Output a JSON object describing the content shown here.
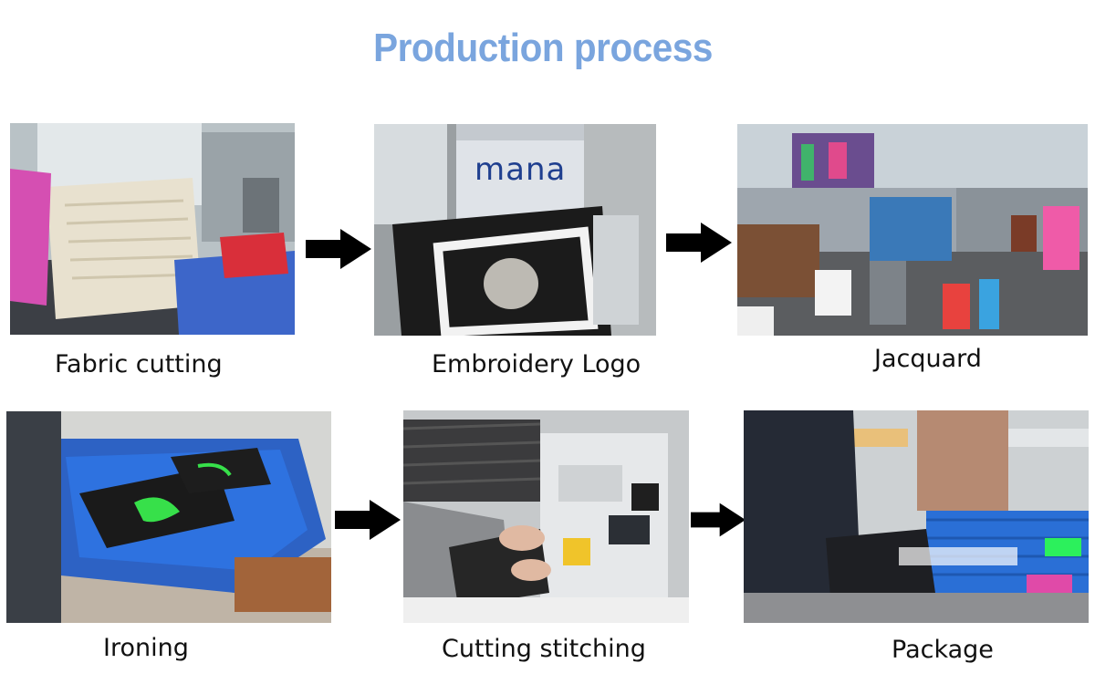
{
  "title": "Production process",
  "steps": [
    {
      "caption": "Fabric cutting"
    },
    {
      "caption": "Embroidery Logo",
      "machine_brand": "mana"
    },
    {
      "caption": "Jacquard"
    },
    {
      "caption": "Ironing"
    },
    {
      "caption": "Cutting stitching"
    },
    {
      "caption": "Package"
    }
  ],
  "icons": {
    "arrow": "arrow-right-icon"
  },
  "colors": {
    "title": "#7aa5de",
    "arrow": "#000000",
    "caption": "#111111"
  }
}
